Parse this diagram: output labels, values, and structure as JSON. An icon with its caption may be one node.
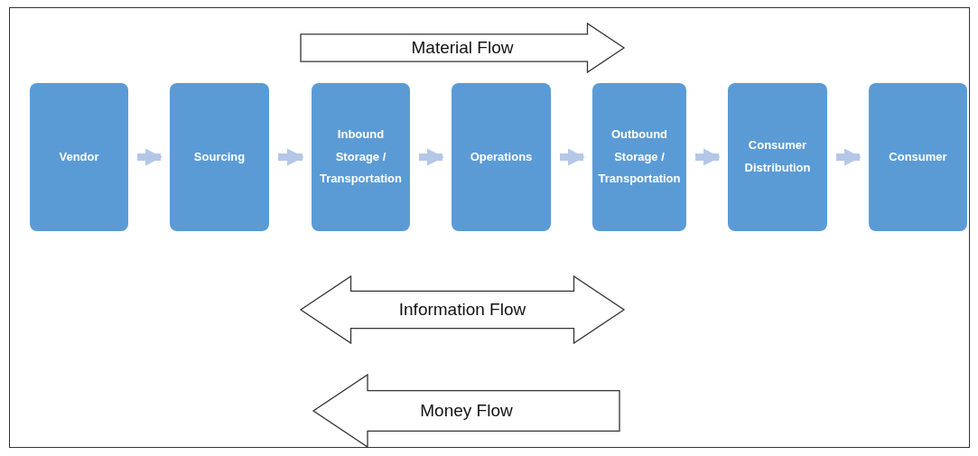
{
  "diagram": {
    "nodes": [
      {
        "text": [
          "Vendor"
        ]
      },
      {
        "text": [
          "Sourcing"
        ]
      },
      {
        "text": [
          "Inbound Storage / Transportation"
        ]
      },
      {
        "text": [
          "Operations"
        ]
      },
      {
        "text": [
          "Outbound Storage / Transportation"
        ]
      },
      {
        "text": [
          "Consumer Distribution"
        ]
      },
      {
        "text": [
          "Consumer"
        ]
      },
      {
        "text": [
          "Material Flow"
        ]
      },
      {
        "text": [
          "Information Flow"
        ]
      },
      {
        "text": [
          "Money Flow"
        ]
      }
    ],
    "edges": [
      {
        "from": 0,
        "to": 1,
        "arrow": "to"
      },
      {
        "from": 1,
        "to": 2,
        "arrow": "to"
      },
      {
        "from": 2,
        "to": 3,
        "arrow": "to"
      },
      {
        "from": 3,
        "to": 4,
        "arrow": "to"
      },
      {
        "from": 4,
        "to": 5,
        "arrow": "to"
      },
      {
        "from": 5,
        "to": 6,
        "arrow": "to"
      }
    ]
  }
}
